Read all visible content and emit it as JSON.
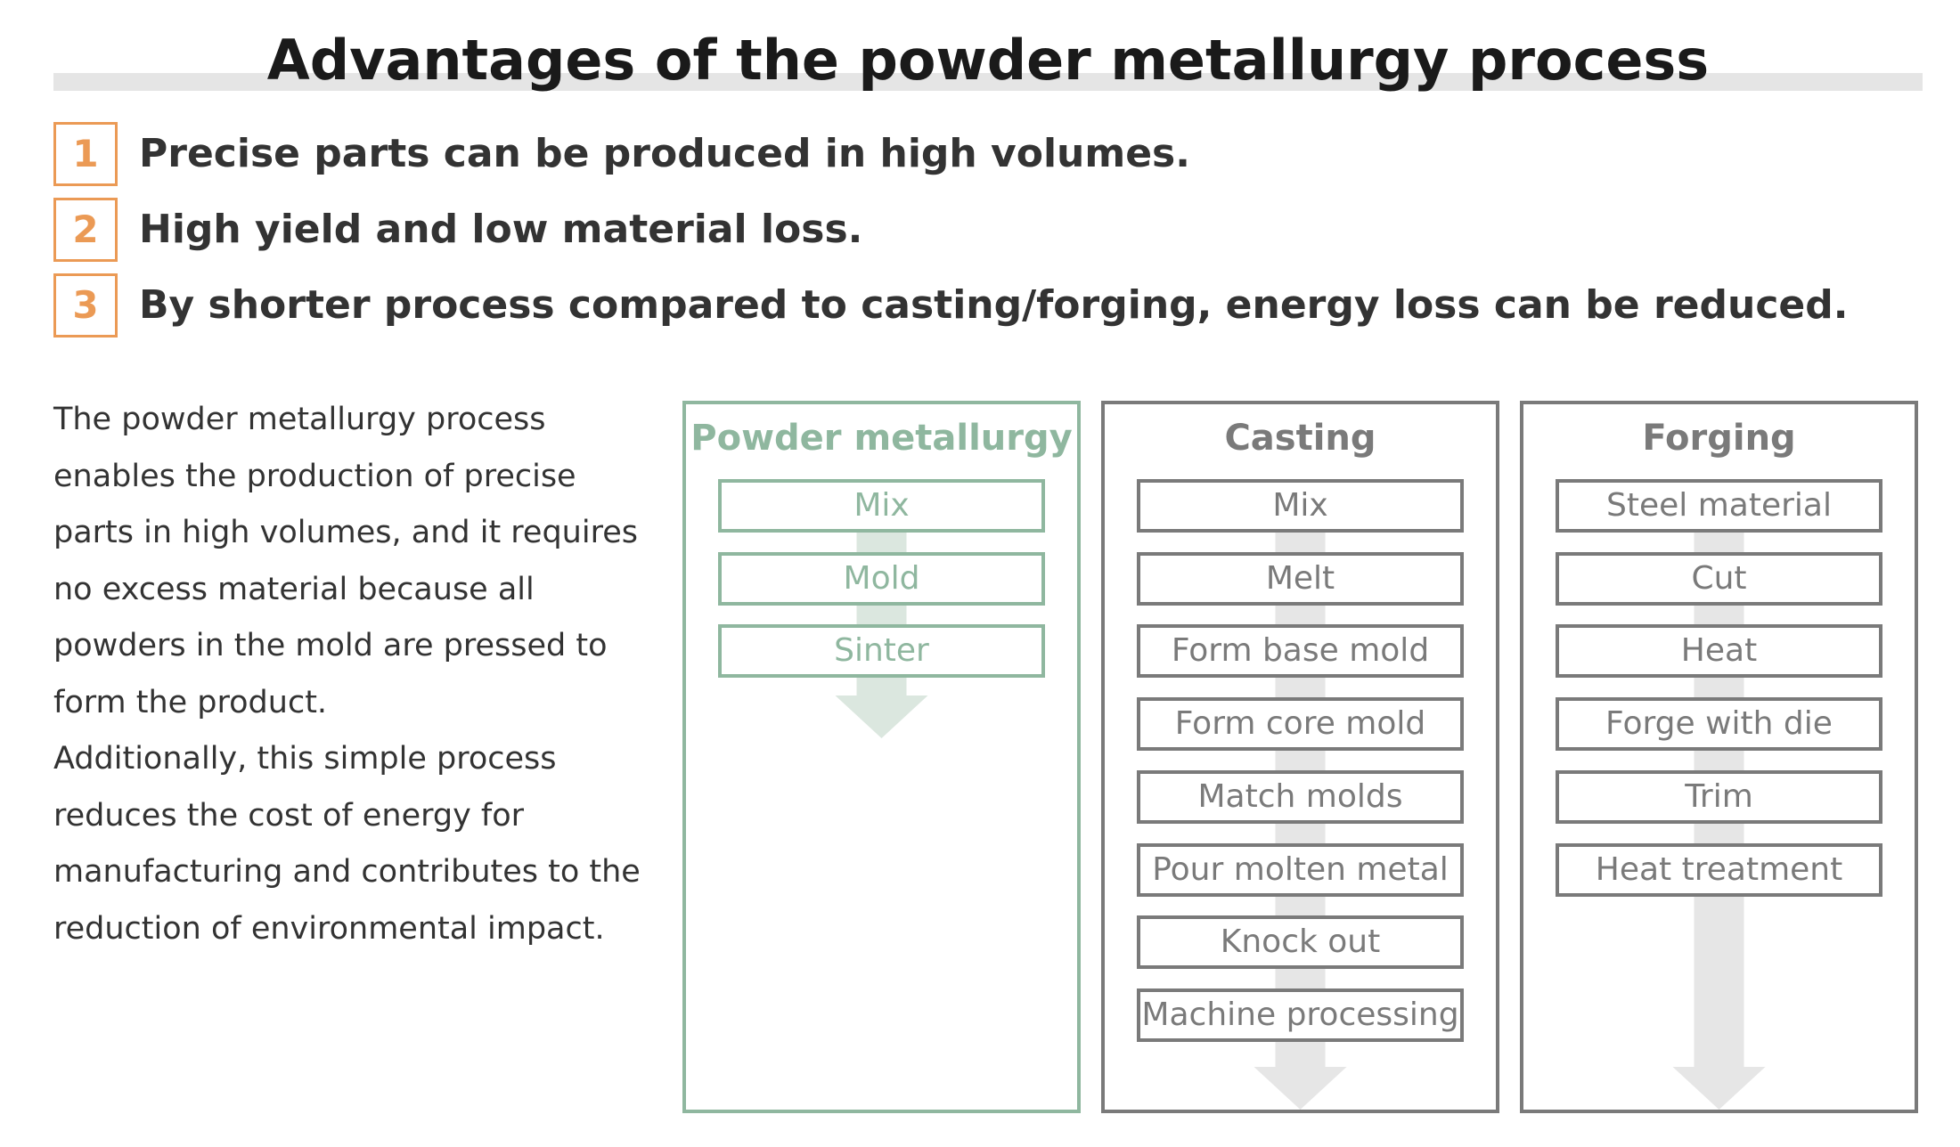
{
  "title": "Advantages of the powder metallurgy process",
  "advantages": [
    {
      "number": "1",
      "text": "Precise parts can be produced in high volumes."
    },
    {
      "number": "2",
      "text": "High yield and low material loss."
    },
    {
      "number": "3",
      "text": "By shorter process compared to casting/forging, energy loss can be reduced."
    }
  ],
  "description": [
    "The powder metallurgy process enables the production of precise parts in high volumes, and it requires no excess material because all powders in the mold are pressed to form the product.",
    "Additionally, this simple process reduces the cost of energy for manufacturing and contributes to the reduction of environmental impact."
  ],
  "processes": [
    {
      "title": "Powder metallurgy",
      "steps": [
        "Mix",
        "Mold",
        "Sinter"
      ]
    },
    {
      "title": "Casting",
      "steps": [
        "Mix",
        "Melt",
        "Form base mold",
        "Form core mold",
        "Match molds",
        "Pour molten metal",
        "Knock out",
        "Machine processing"
      ]
    },
    {
      "title": "Forging",
      "steps": [
        "Steel material",
        "Cut",
        "Heat",
        "Forge with die",
        "Trim",
        "Heat treatment"
      ]
    }
  ],
  "colors": {
    "accent_orange": "#eb9a55",
    "powder_green": "#8fb79f",
    "arrow_green": "#dbe7df",
    "neutral_gray": "#7a7a7a",
    "arrow_gray": "#e6e6e6",
    "header_bar": "#e5e5e5"
  }
}
